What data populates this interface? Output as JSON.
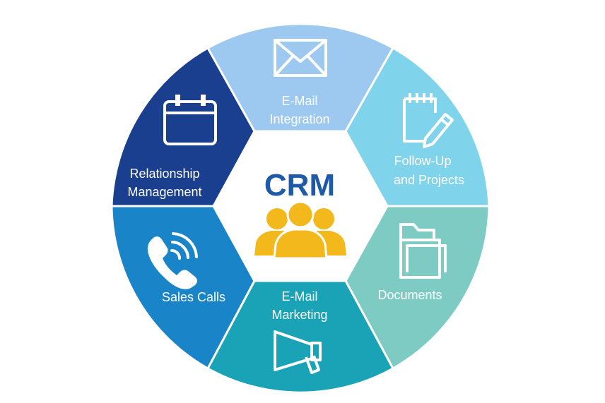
{
  "center": {
    "title": "CRM",
    "title_color": "#1f5aa8",
    "icon": "people-group-icon",
    "icon_color": "#f3b81b"
  },
  "segments": [
    {
      "id": "email-integration",
      "lines": [
        "E-Mail",
        "Integration"
      ],
      "icon": "envelope-icon",
      "color": "#9dc9f0"
    },
    {
      "id": "follow-up",
      "lines": [
        "Follow-Up",
        "and Projects"
      ],
      "icon": "notepad-pencil-icon",
      "color": "#7fd3eb"
    },
    {
      "id": "documents",
      "lines": [
        "Documents"
      ],
      "icon": "folder-icon",
      "color": "#7ecbc4"
    },
    {
      "id": "email-marketing",
      "lines": [
        "E-Mail",
        "Marketing"
      ],
      "icon": "megaphone-icon",
      "color": "#1aa3b6"
    },
    {
      "id": "sales-calls",
      "lines": [
        "Sales Calls"
      ],
      "icon": "phone-ringing-icon",
      "color": "#1a84c9"
    },
    {
      "id": "relationship",
      "lines": [
        "Relationship",
        "Management"
      ],
      "icon": "calendar-icon",
      "color": "#1b3f8f"
    }
  ]
}
